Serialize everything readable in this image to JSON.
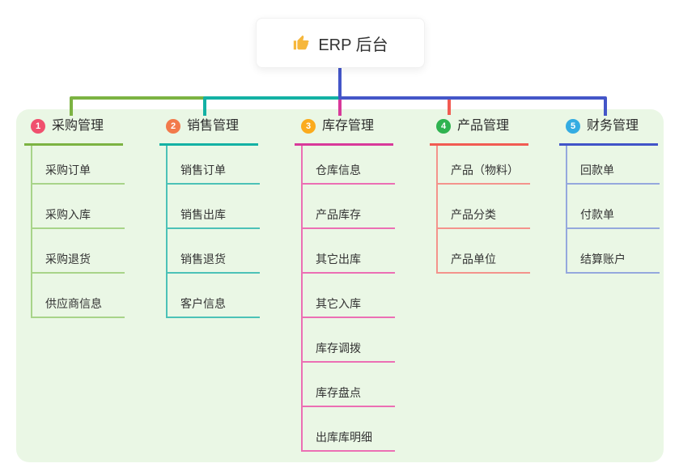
{
  "root": {
    "title": "ERP 后台",
    "icon": "thumbs-up-icon",
    "icon_color": "#f6b73c",
    "line_color": "#4456c8"
  },
  "panel": {
    "background": "#eaf7e5"
  },
  "branches": [
    {
      "index": "1",
      "label": "采购管理",
      "badge_color": "#f0506e",
      "line_color": "#7cb342",
      "child_line_color": "#a8d489",
      "children": [
        "采购订单",
        "采购入库",
        "采购退货",
        "供应商信息"
      ]
    },
    {
      "index": "2",
      "label": "销售管理",
      "badge_color": "#f27a4b",
      "line_color": "#13b1a4",
      "child_line_color": "#4cc2b7",
      "children": [
        "销售订单",
        "销售出库",
        "销售退货",
        "客户信息"
      ]
    },
    {
      "index": "3",
      "label": "库存管理",
      "badge_color": "#fbab1d",
      "line_color": "#d8399a",
      "child_line_color": "#ec6fb4",
      "children": [
        "仓库信息",
        "产品库存",
        "其它出库",
        "其它入库",
        "库存调拨",
        "库存盘点",
        "出库库明细"
      ]
    },
    {
      "index": "4",
      "label": "产品管理",
      "badge_color": "#2fb350",
      "line_color": "#f15b52",
      "child_line_color": "#f4938c",
      "children": [
        "产品（物料）",
        "产品分类",
        "产品单位"
      ]
    },
    {
      "index": "5",
      "label": "财务管理",
      "badge_color": "#34ace2",
      "line_color": "#4154c8",
      "child_line_color": "#95a8dd",
      "children": [
        "回款单",
        "付款单",
        "结算账户"
      ]
    }
  ]
}
